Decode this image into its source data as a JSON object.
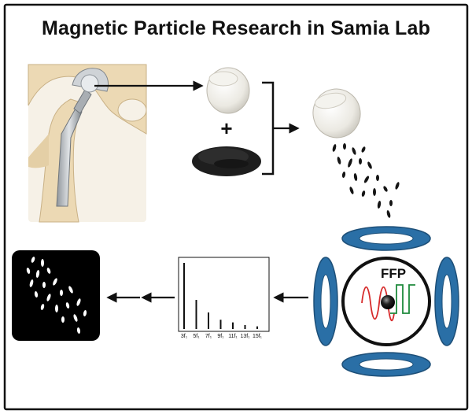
{
  "title": "Magnetic Particle Research in Samia Lab",
  "ffp_label": "FFP",
  "plus": "+",
  "spectrum": {
    "ticks": [
      "3f₁",
      "5f₁",
      "7f₁",
      "9f₁",
      "11f₁",
      "13f₁",
      "15f₁"
    ],
    "amplitudes": [
      1.0,
      0.44,
      0.25,
      0.14,
      0.1,
      0.06,
      0.04
    ]
  },
  "colors": {
    "coil": "#2a6fa6",
    "coil_edge": "#1d4f78",
    "sine": "#d62b2b",
    "square": "#1e8a3c",
    "bone": "#ecd9b4",
    "powder": "#222222"
  }
}
